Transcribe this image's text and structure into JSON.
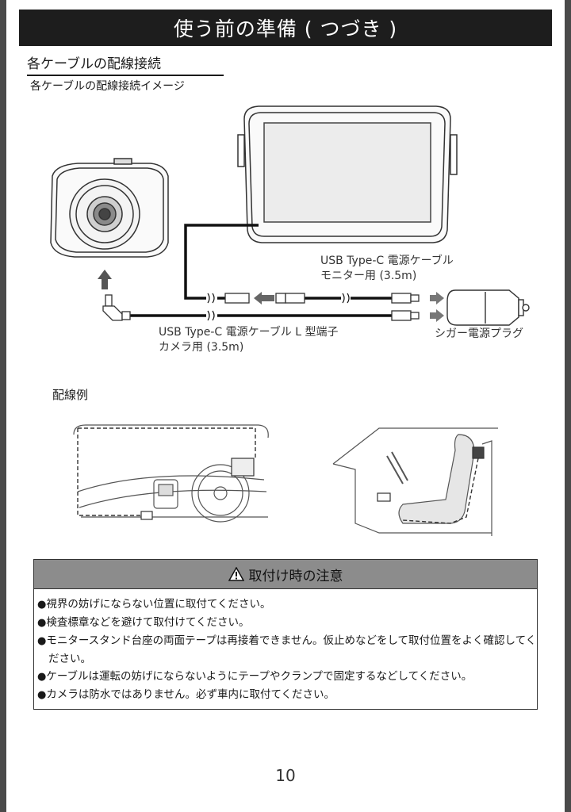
{
  "header": {
    "title": "使う前の準備 ( つづき )"
  },
  "section": {
    "title": "各ケーブルの配線接続",
    "subtitle": "各ケーブルの配線接続イメージ"
  },
  "diagram": {
    "monitor_cable_line1": "USB Type-C 電源ケーブル",
    "monitor_cable_line2": "モニター用 (3.5m)",
    "camera_cable_line1": "USB Type-C 電源ケーブル L 型端子",
    "camera_cable_line2": "カメラ用 (3.5m)",
    "cigar_plug": "シガー電源プラグ"
  },
  "wiring_example": {
    "title": "配線例"
  },
  "caution": {
    "title": "取付け時の注意",
    "bullet": "●",
    "items": [
      "視界の妨げにならない位置に取付てください。",
      "検査標章などを避けて取付けてください。",
      "モニタースタンド台座の両面テープは再接着できません。仮止めなどをして取付位置をよく確認してください。",
      "ケーブルは運転の妨げにならないようにテープやクランプで固定するなどしてください。",
      "カメラは防水ではありません。必ず車内に取付てください。"
    ]
  },
  "footer": {
    "page_number": "10"
  }
}
